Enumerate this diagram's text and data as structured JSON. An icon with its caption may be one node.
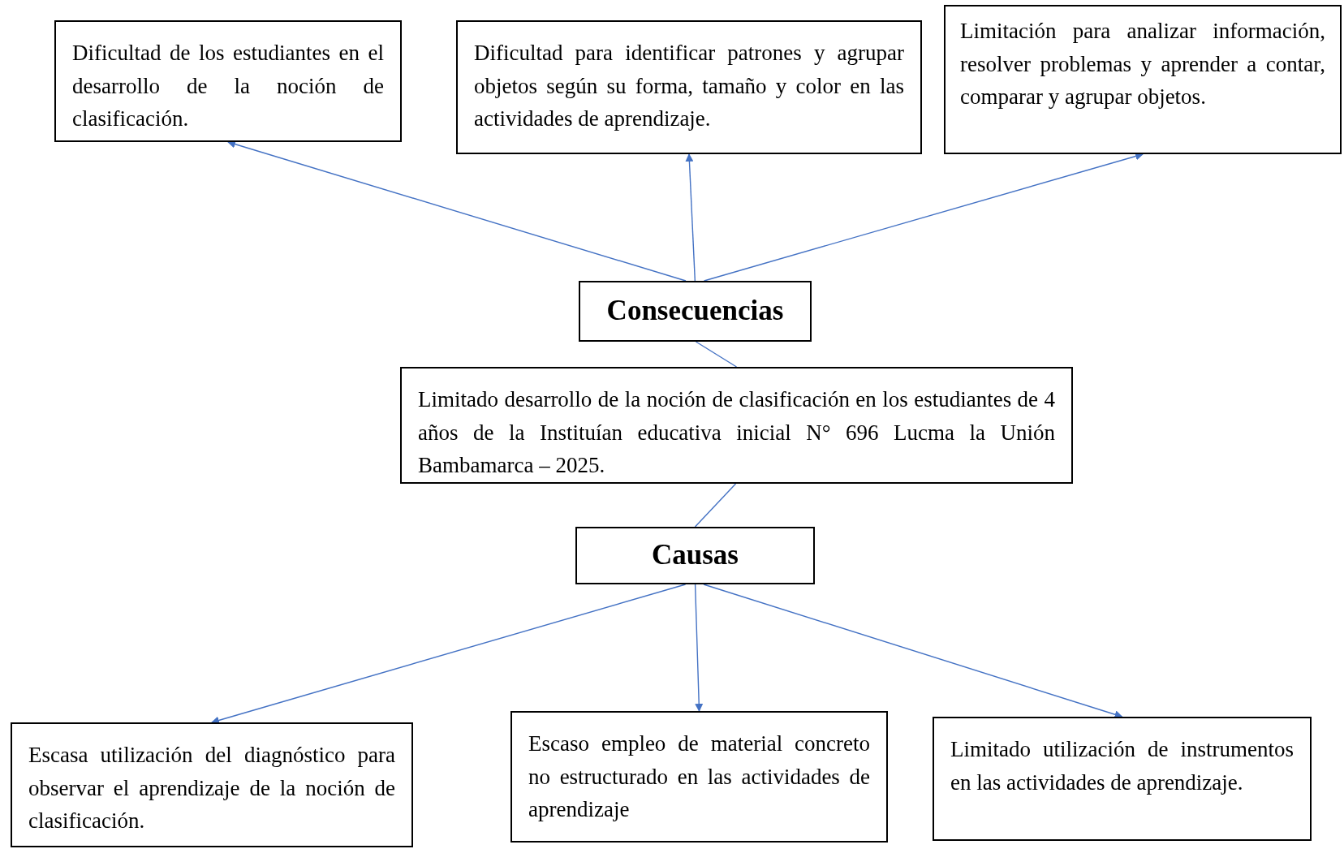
{
  "diagram": {
    "nodes": [
      {
        "text": [
          "Dificultad de los estudiantes en el desarrollo de la noción de clasificación."
        ]
      },
      {
        "text": [
          "Dificultad para identificar patrones y agrupar objetos según su forma, tamaño y color en las actividades de aprendizaje."
        ]
      },
      {
        "text": [
          "Limitación para analizar información, resolver problemas y aprender a contar, comparar y agrupar objetos."
        ]
      },
      {
        "text": [
          "Consecuencias"
        ]
      },
      {
        "text": [
          "Limitado desarrollo de la noción de clasificación en los estudiantes de 4 años de la Instituían educativa inicial N° 696 Lucma la Unión Bambamarca – 2025."
        ]
      },
      {
        "text": [
          "Causas"
        ]
      },
      {
        "text": [
          "Escasa utilización del diagnóstico para observar el aprendizaje de la noción de clasificación."
        ]
      },
      {
        "text": [
          "Escaso empleo de material concreto no estructurado en las actividades de aprendizaje"
        ]
      },
      {
        "text": [
          "Limitado utilización de instrumentos en las actividades de aprendizaje."
        ]
      }
    ],
    "edges": [
      {
        "from": 3,
        "to": 0,
        "arrow": "to"
      },
      {
        "from": 3,
        "to": 1,
        "arrow": "to"
      },
      {
        "from": 3,
        "to": 2,
        "arrow": "to"
      },
      {
        "from": 3,
        "to": 4,
        "arrow": "none"
      },
      {
        "from": 4,
        "to": 5,
        "arrow": "none"
      },
      {
        "from": 5,
        "to": 6,
        "arrow": "to"
      },
      {
        "from": 5,
        "to": 7,
        "arrow": "to"
      },
      {
        "from": 5,
        "to": 8,
        "arrow": "to"
      }
    ]
  }
}
